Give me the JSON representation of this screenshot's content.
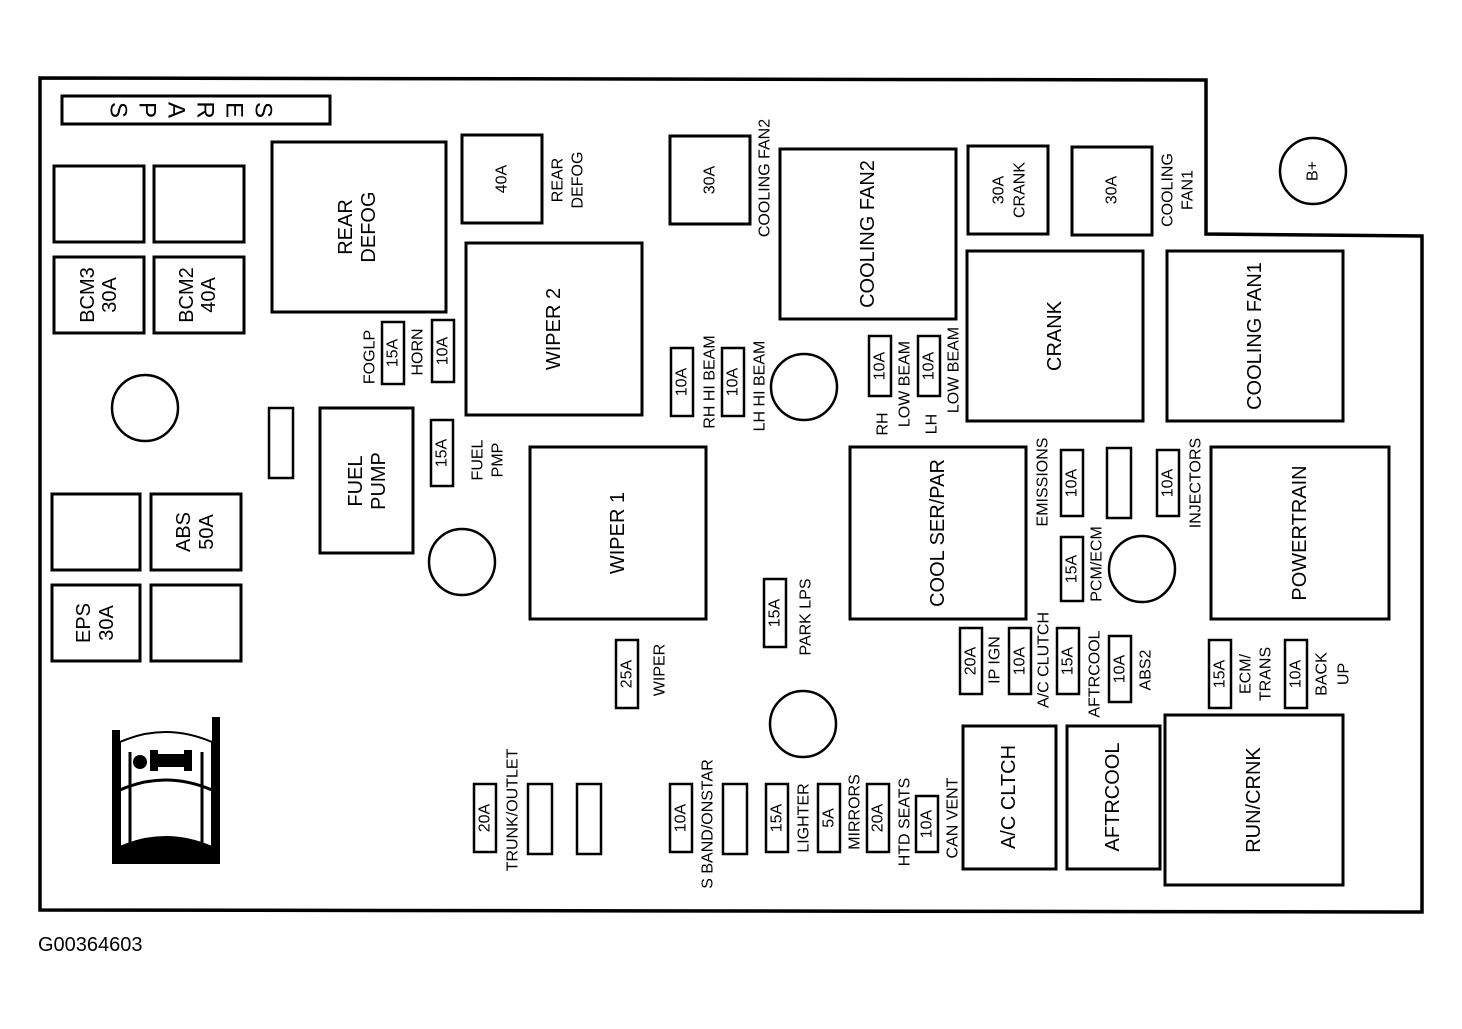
{
  "figure_id": "G00364603",
  "spares_label": [
    "S",
    "P",
    "A",
    "R",
    "E",
    "S"
  ],
  "terminal": "B+",
  "info_icon": "manual-info-icon",
  "relays": {
    "rear_defog": [
      "REAR",
      "DEFOG"
    ],
    "wiper2": "WIPER 2",
    "cooling_fan2": "COOLING FAN2",
    "crank": "CRANK",
    "cooling_fan1": "COOLING FAN1",
    "fuel_pump": [
      "FUEL",
      "PUMP"
    ],
    "wiper1": "WIPER 1",
    "cool_ser_par": "COOL SER/PAR",
    "powertrain": "POWERTRAIN",
    "ac_clutch": "A/C CLTCH",
    "aftrcool": "AFTRCOOL",
    "run_crank": "RUN/CRNK"
  },
  "maxi": {
    "bcm3": [
      "BCM3",
      "30A"
    ],
    "bcm2": [
      "BCM2",
      "40A"
    ],
    "abs": [
      "ABS",
      "50A"
    ],
    "eps": [
      "EPS",
      "30A"
    ]
  },
  "cartridge": {
    "rear_defog_fuse": "40A",
    "cooling_fan2_fuse": "30A",
    "crank_fuse": [
      "30A",
      "CRANK"
    ],
    "cooling_fan1_fuse": "30A"
  },
  "labels": {
    "rear_defog": [
      "REAR",
      "DEFOG"
    ],
    "cooling_fan2": "COOLING FAN2",
    "cooling_fan1": [
      "COOLING",
      "FAN1"
    ],
    "foglp": "FOGLP",
    "horn": "HORN",
    "fuel_pmp": [
      "FUEL",
      "PMP"
    ],
    "rh_hi_beam": "RH HI BEAM",
    "lh_hi_beam": "LH HI BEAM",
    "rh_low_beam": [
      "RH",
      "LOW BEAM"
    ],
    "lh_low_beam": [
      "LH",
      "LOW BEAM"
    ],
    "emissions": "EMISSIONS",
    "injectors": "INJECTORS",
    "pcm_ecm": "PCM/ECM",
    "park_lps": "PARK LPS",
    "wiper": "WIPER",
    "ip_ign": "IP IGN",
    "ac_clutch": "A/C CLUTCH",
    "aftrcool": "AFTRCOOL",
    "abs2": "ABS2",
    "ecm_trans": [
      "ECM/",
      "TRANS"
    ],
    "back_up": [
      "BACK",
      "UP"
    ],
    "trunk_outlet": "TRUNK/OUTLET",
    "s_band_onstar": "S BAND/ONSTAR",
    "lighter": "LIGHTER",
    "mirrors": "MIRRORS",
    "htd_seats": "HTD SEATS",
    "can_vent": "CAN VENT"
  },
  "mini_fuses": {
    "foglp": "15A",
    "horn": "10A",
    "fuel_pmp": "15A",
    "rh_hi_beam": "10A",
    "lh_hi_beam": "10A",
    "rh_low_beam": "10A",
    "lh_low_beam": "10A",
    "emissions": "10A",
    "injectors": "10A",
    "pcm_ecm": "15A",
    "park_lps": "15A",
    "wiper": "25A",
    "ip_ign": "20A",
    "ac_clutch": "10A",
    "aftrcool": "15A",
    "abs2": "10A",
    "ecm_trans": "15A",
    "back_up": "10A",
    "trunk_outlet": "20A",
    "s_band_onstar": "10A",
    "lighter": "15A",
    "mirrors": "5A",
    "htd_seats": "20A",
    "can_vent": "10A"
  }
}
